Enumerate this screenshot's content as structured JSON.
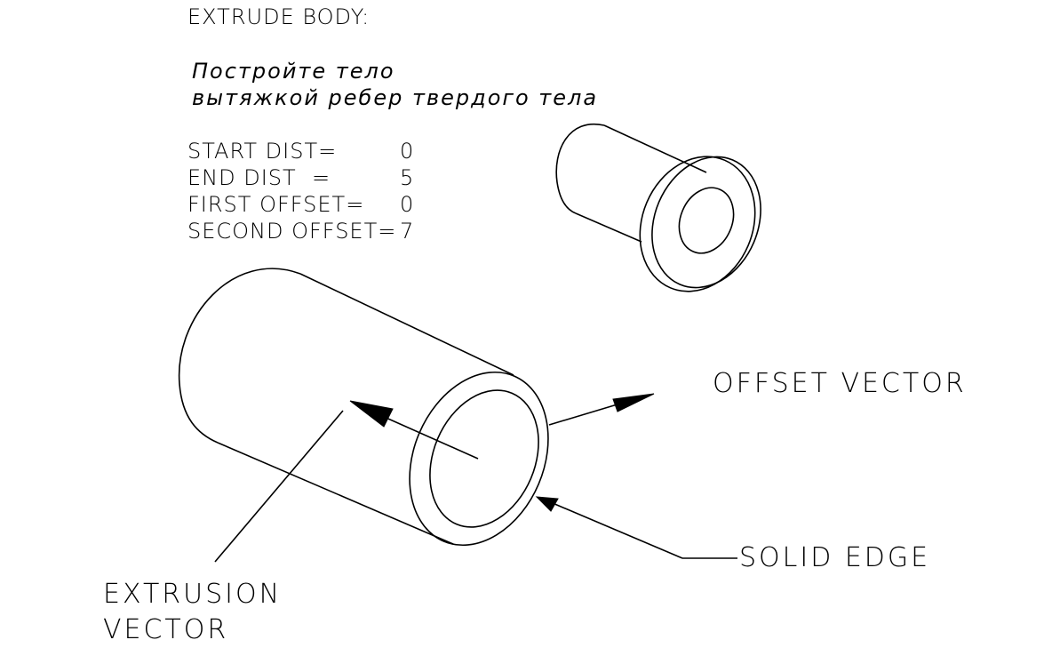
{
  "header": {
    "title": "EXTRUDE BODY:",
    "prompt_line1": "Постройте тело",
    "prompt_line2": "вытяжкой ребер твердого тела"
  },
  "parameters": [
    {
      "label": "START DIST=",
      "value": "0"
    },
    {
      "label": "END DIST  =",
      "value": "5"
    },
    {
      "label": "FIRST OFFSET=",
      "value": "0"
    },
    {
      "label": "SECOND OFFSET=",
      "value": "7"
    }
  ],
  "callouts": {
    "offset_vector": "OFFSET VECTOR",
    "solid_edge": "SOLID EDGE",
    "extrusion_vector_line1": "EXTRUSION",
    "extrusion_vector_line2": "VECTOR"
  },
  "colors": {
    "ink": "#000000",
    "background": "#ffffff"
  }
}
